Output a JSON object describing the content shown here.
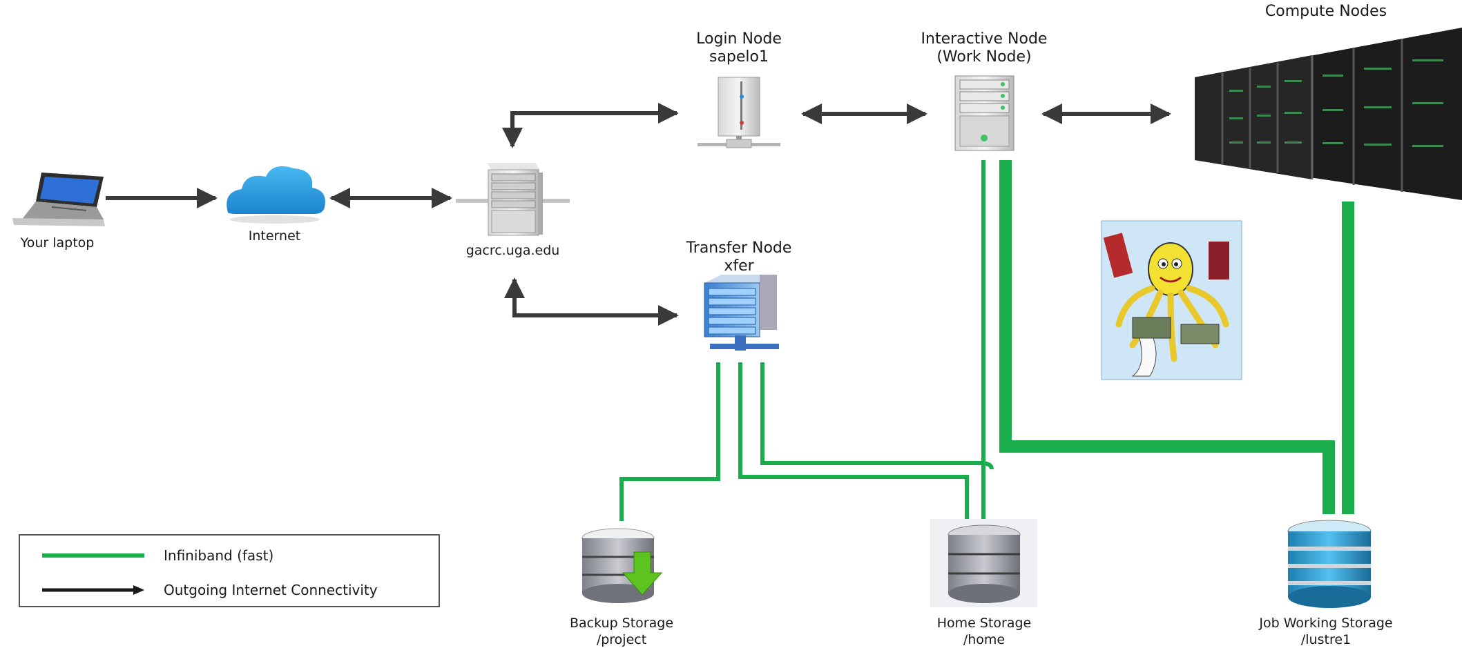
{
  "nodes": {
    "laptop": {
      "label": "Your laptop"
    },
    "internet": {
      "label": "Internet"
    },
    "gateway": {
      "label": "gacrc.uga.edu"
    },
    "login": {
      "line1": "Login Node",
      "line2": "sapelo1"
    },
    "interactive": {
      "line1": "Interactive Node",
      "line2": "(Work Node)"
    },
    "compute": {
      "label": "Compute Nodes"
    },
    "transfer": {
      "line1": "Transfer Node",
      "line2": "xfer"
    },
    "backup": {
      "line1": "Backup Storage",
      "line2": "/project"
    },
    "home": {
      "line1": "Home Storage",
      "line2": "/home"
    },
    "lustre": {
      "line1": "Job Working Storage",
      "line2": "/lustre1"
    }
  },
  "legend": {
    "infiniband": "Infiniband (fast)",
    "internet": "Outgoing Internet Connectivity"
  },
  "colors": {
    "infiniband": "#1aad4c",
    "arrow": "#3a3a3a",
    "cloud": "#2f9fe0"
  }
}
